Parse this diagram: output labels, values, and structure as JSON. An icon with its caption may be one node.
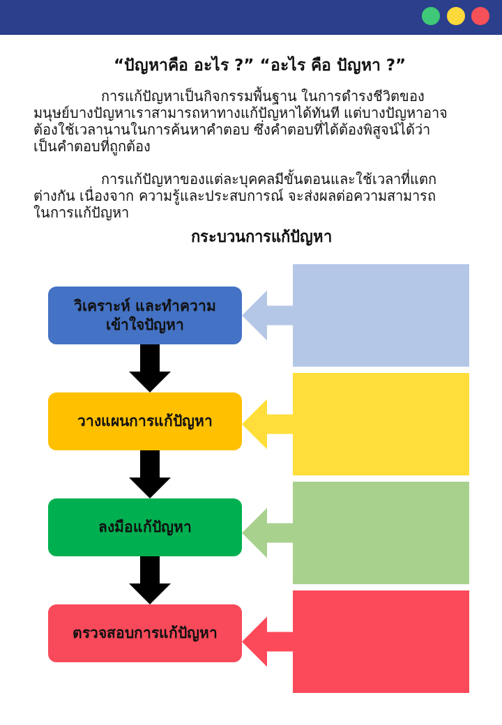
{
  "diagram": {
    "title": "“ปัญหาคือ อะไร ?”  “อะไร คือ ปัญหา ?”",
    "nodes": [
      {
        "text": [
          "วิเคราะห์ และทำความเข้าใจปัญหา"
        ]
      },
      {
        "text": [
          "วางแผนการแก้ปัญหา"
        ]
      },
      {
        "text": [
          "ลงมือแก้ปัญหา"
        ]
      },
      {
        "text": [
          "ตรวจสอบการแก้ปัญหา"
        ]
      },
      {
        "text": [],
        "shape": "box"
      },
      {
        "text": [],
        "shape": "box"
      },
      {
        "text": [],
        "shape": "box"
      },
      {
        "text": [],
        "shape": "box"
      }
    ],
    "edges": [
      {
        "from": 0,
        "to": 1,
        "arrow": "to",
        "style": "thick"
      },
      {
        "from": 1,
        "to": 2,
        "arrow": "to",
        "style": "thick"
      },
      {
        "from": 2,
        "to": 3,
        "arrow": "to",
        "style": "thick"
      },
      {
        "from": 4,
        "to": 0,
        "arrow": "to",
        "style": "thick",
        "color": "#b4c7e7"
      },
      {
        "from": 5,
        "to": 1,
        "arrow": "to",
        "style": "thick",
        "color": "#ffde3b"
      },
      {
        "from": 6,
        "to": 2,
        "arrow": "to",
        "style": "thick",
        "color": "#a9d18e"
      },
      {
        "from": 7,
        "to": 3,
        "arrow": "to",
        "style": "thick",
        "color": "#fc4a5a"
      }
    ],
    "labels": [
      "การแก้ปัญหาเป็นกิจกรรมพื้นฐาน ในการดำรงชีวิตของมนุษย์บางปัญหาเราสามารถหาทางแก้ปัญหาได้ทันที แต่บางปัญหาอาจต้องใช้เวลานานในการค้นหาคำตอบ ซึ่งคำตอบที่ได้ต้องพิสูจน์ได้ว่าเป็นคำตอบที่ถูกต้อง",
      "การแก้ปัญหาของแต่ละบุคคลมีขั้นตอนและใช้เวลาที่แตกต่างกัน เนื่องจาก ความรู้และประสบการณ์ จะส่งผลต่อความสามารถในการแก้ปัญหา",
      "กระบวนการแก้ปัญหา"
    ]
  }
}
